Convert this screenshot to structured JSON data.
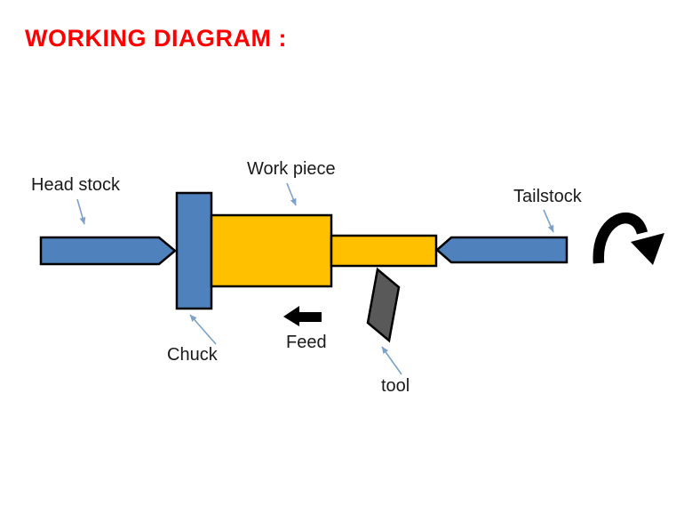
{
  "title": {
    "text": "WORKING DIAGRAM :",
    "color": "#FF0000"
  },
  "diagram": {
    "labels": {
      "head_stock": "Head stock",
      "work_piece": "Work piece",
      "tailstock": "Tailstock",
      "chuck": "Chuck",
      "feed": "Feed",
      "tool": "tool"
    },
    "colors": {
      "component_blue": "#4F81BD",
      "workpiece_orange": "#FFC000",
      "tool_gray": "#595959",
      "outline_black": "#000000",
      "pointer_blue": "#7DA1C9",
      "label_text": "#1A1A1A",
      "arrow_black": "#000000"
    },
    "icons": {
      "rotation": "rotation-arrow-icon",
      "feed": "left-block-arrow-icon",
      "pointers": "thin-callout-arrow-icon"
    }
  }
}
